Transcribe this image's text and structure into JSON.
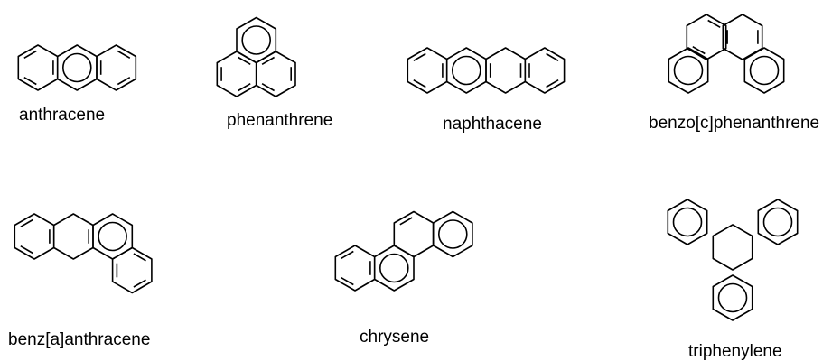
{
  "style": {
    "stroke": "#000000",
    "background": "#ffffff"
  },
  "molecules": [
    {
      "id": "anthracene",
      "label": "anthracene"
    },
    {
      "id": "phenanthrene",
      "label": "phenanthrene"
    },
    {
      "id": "naphthacene",
      "label": "naphthacene"
    },
    {
      "id": "benzo-c-phenanthrene",
      "label": "benzo[c]phenanthrene"
    },
    {
      "id": "benz-a-anthracene",
      "label": "benz[a]anthracene"
    },
    {
      "id": "chrysene",
      "label": "chrysene"
    },
    {
      "id": "triphenylene",
      "label": "triphenylene"
    }
  ]
}
